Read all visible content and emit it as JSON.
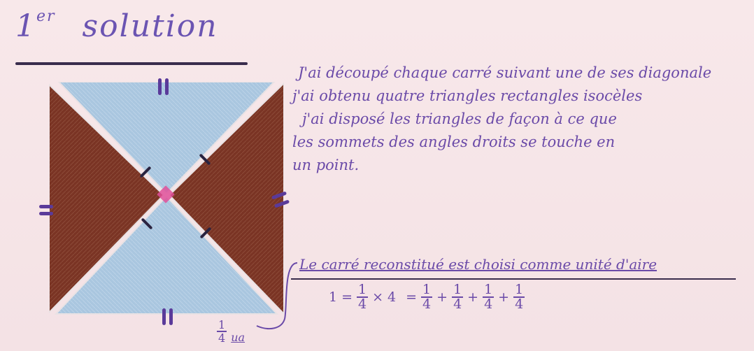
{
  "title": {
    "main": "1",
    "superscript": "er",
    "word": "solution"
  },
  "explanation": {
    "lines": [
      "J'ai découpé chaque carré suivant une de ses diagonale",
      "j'ai obtenu quatre triangles rectangles isocèles",
      "j'ai disposé les triangles de façon à ce que",
      "les sommets des angles droits se touche en",
      "un point."
    ]
  },
  "conclusion": {
    "statement": "Le carré reconstitué est choisi comme unité d'aire",
    "equation": {
      "lhs": "1",
      "equals": "=",
      "times": "×",
      "plus": "+",
      "multiplier": "4",
      "fraction": {
        "numerator": "1",
        "denominator": "4"
      }
    }
  },
  "unit_label": {
    "fraction": {
      "numerator": "1",
      "denominator": "4"
    },
    "suffix": "ua"
  },
  "figure": {
    "colors": {
      "blue": "#a9c6df",
      "brown": "#7a3424",
      "marks": "#5a3a9a",
      "right_angle": "#e0509a"
    }
  }
}
